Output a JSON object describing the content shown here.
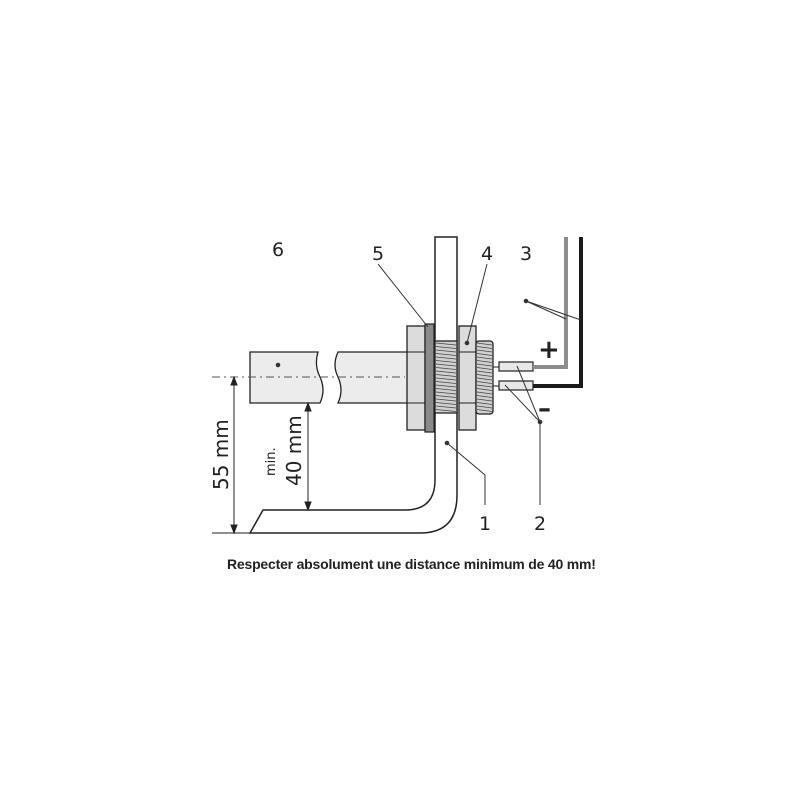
{
  "labels": {
    "part1": "1",
    "part2": "2",
    "part3": "3",
    "part4": "4",
    "part5": "5",
    "part6": "6"
  },
  "dimensions": {
    "total": "55 mm",
    "min_prefix": "min.",
    "min_value": "40 mm"
  },
  "polarity": {
    "plus": "+",
    "minus": "–"
  },
  "caption": "Respecter absolument une distance minimum de 40 mm!",
  "colors": {
    "line": "#222222",
    "part_fill": "#e6e6e6",
    "nut_fill": "#d8d8d8",
    "washer_fill": "#8a8a8a",
    "wire_grey": "#8c8c8c",
    "wire_black": "#1a1a1a"
  }
}
